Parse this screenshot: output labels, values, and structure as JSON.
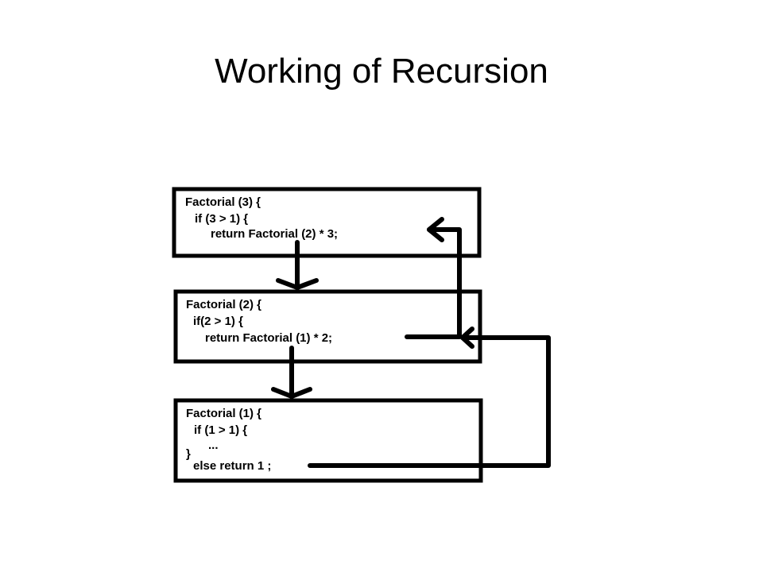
{
  "slide": {
    "title": "Working of Recursion"
  },
  "frames": [
    {
      "lines": [
        "Factorial (3) {",
        "if (3 > 1) {",
        "return Factorial (2) * 3;"
      ]
    },
    {
      "lines": [
        "Factorial (2) {",
        "if(2 > 1) {",
        "return Factorial (1) * 2;"
      ]
    },
    {
      "lines": [
        "Factorial (1) {",
        "if (1 > 1) {",
        "...",
        "}",
        "else return 1 ;"
      ]
    }
  ],
  "colors": {
    "stroke": "#000000",
    "background": "#ffffff"
  }
}
